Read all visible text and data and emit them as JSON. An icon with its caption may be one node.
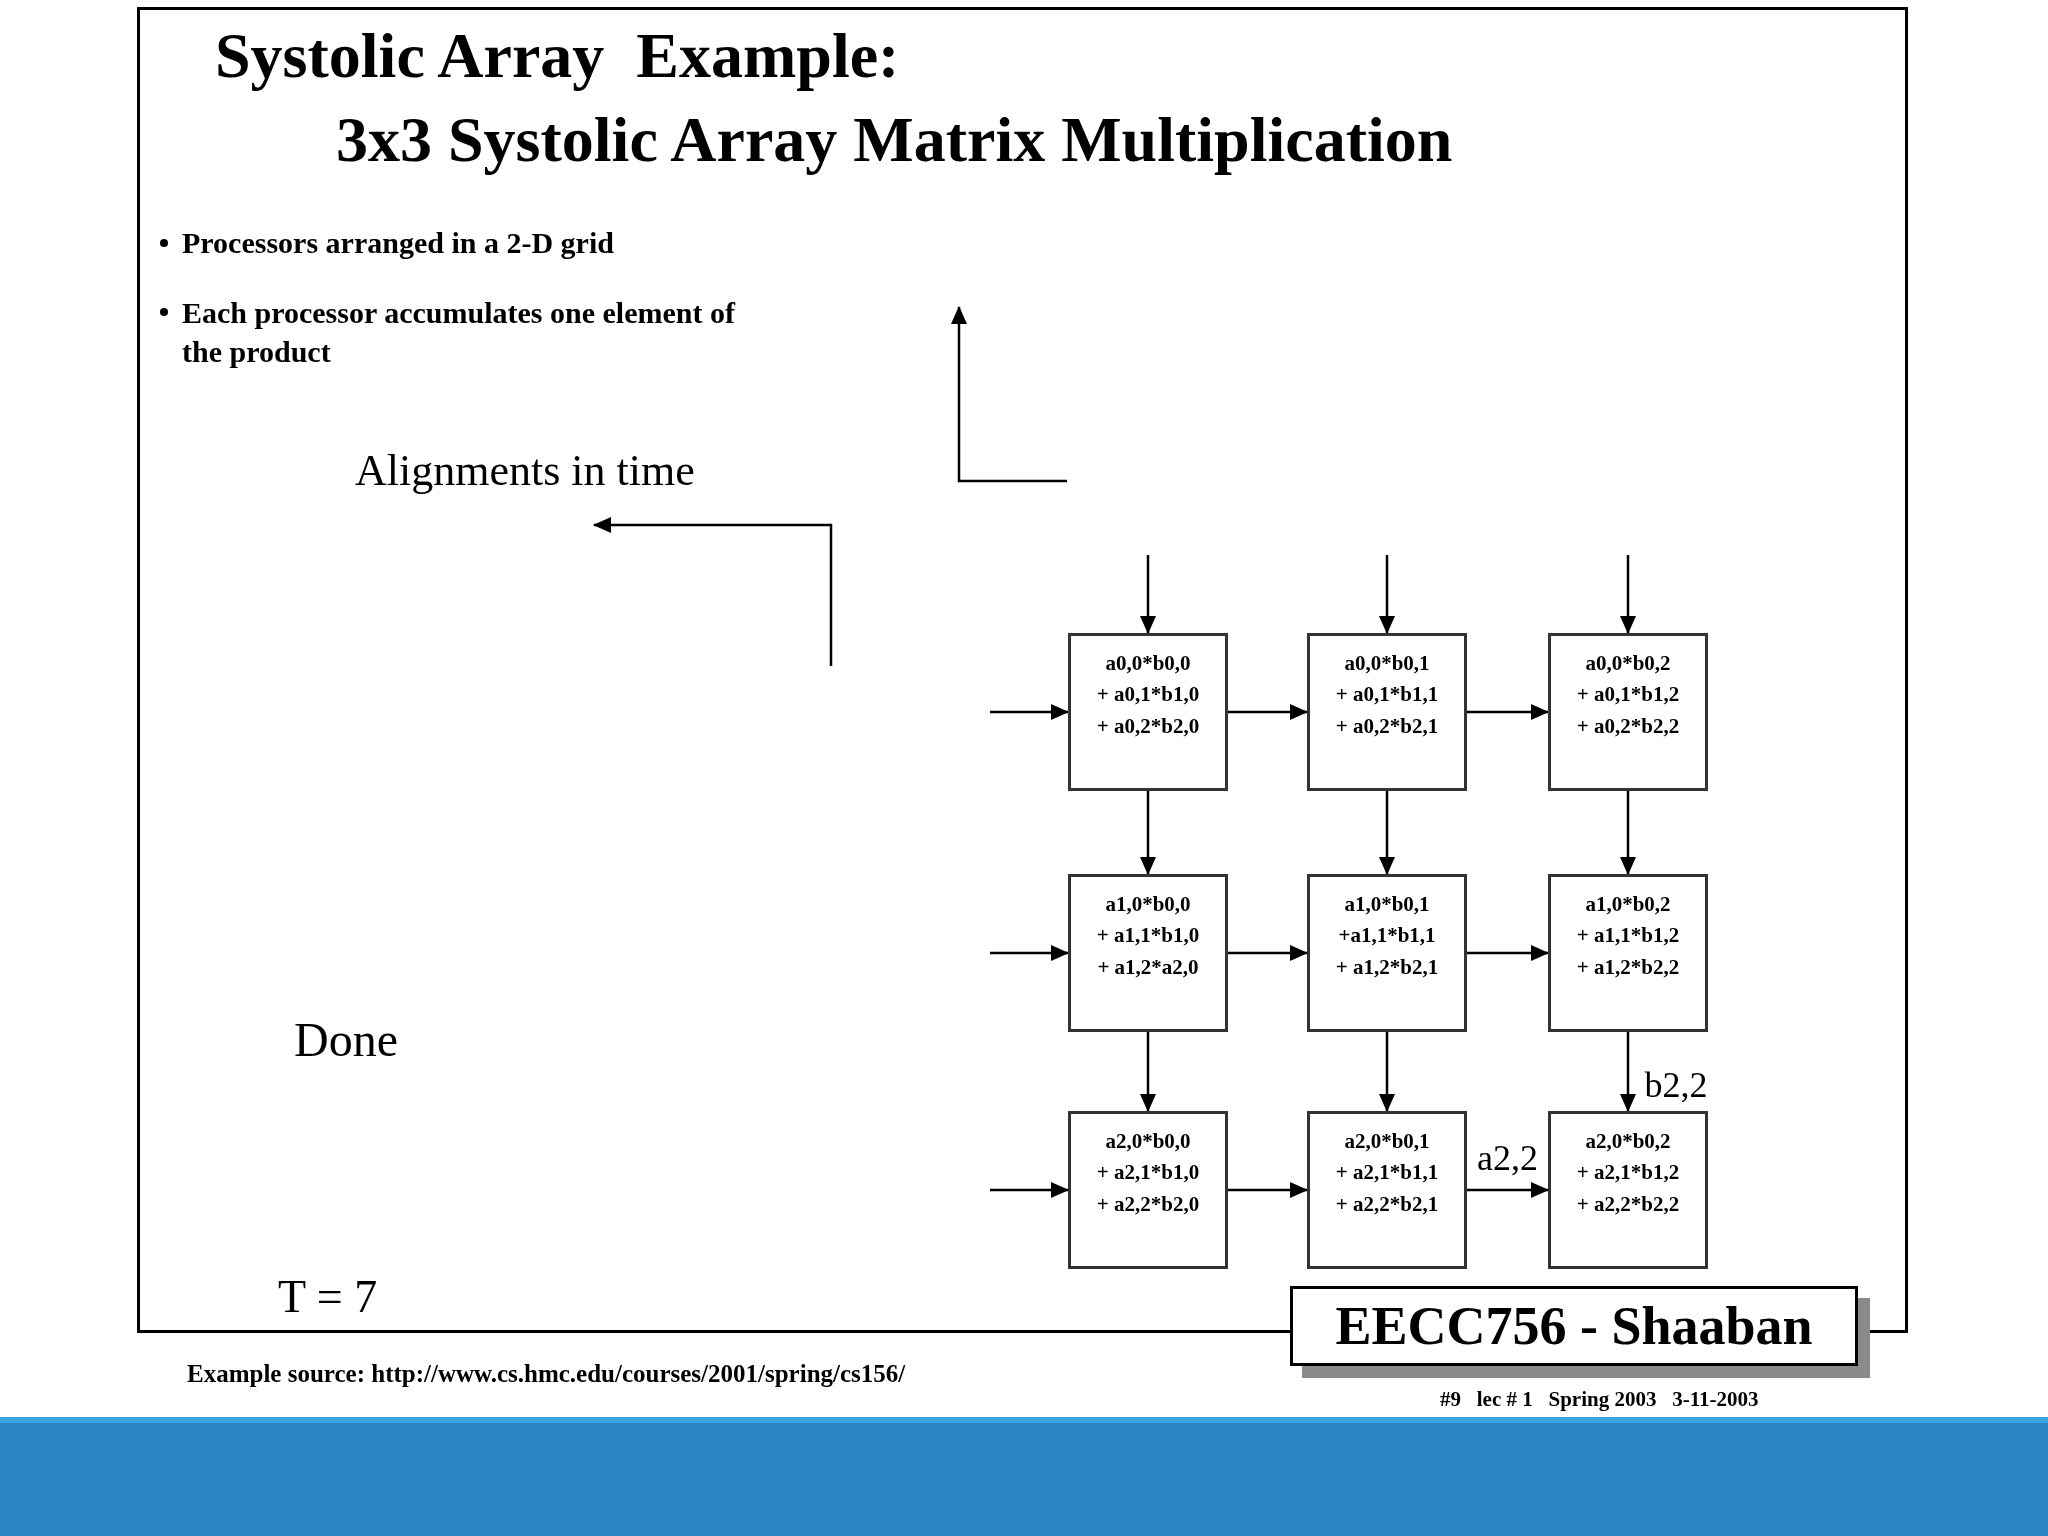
{
  "diagram": {
    "title": "Systolic Array  Example:",
    "nodes": [
      {
        "text": [
          "a0,0*b0,0",
          "+ a0,1*b1,0",
          "+ a0,2*b2,0"
        ]
      },
      {
        "text": [
          "a0,0*b0,1",
          "+ a0,1*b1,1",
          "+ a0,2*b2,1"
        ]
      },
      {
        "text": [
          "a0,0*b0,2",
          "+ a0,1*b1,2",
          "+ a0,2*b2,2"
        ]
      },
      {
        "text": [
          "a1,0*b0,0",
          "+ a1,1*b1,0",
          "+ a1,2*a2,0"
        ]
      },
      {
        "text": [
          "a1,0*b0,1",
          "+a1,1*b1,1",
          "+ a1,2*b2,1"
        ]
      },
      {
        "text": [
          "a1,0*b0,2",
          "+ a1,1*b1,2",
          "+ a1,2*b2,2"
        ]
      },
      {
        "text": [
          "a2,0*b0,0",
          "+ a2,1*b1,0",
          "+ a2,2*b2,0"
        ]
      },
      {
        "text": [
          "a2,0*b0,1",
          "+ a2,1*b1,1",
          "+ a2,2*b2,1"
        ]
      },
      {
        "text": [
          "a2,0*b0,2",
          "+ a2,1*b1,2",
          "+ a2,2*b2,2"
        ]
      }
    ],
    "edges": [
      {
        "from": null,
        "to": 0,
        "arrow": "to"
      },
      {
        "from": null,
        "to": 1,
        "arrow": "to"
      },
      {
        "from": null,
        "to": 2,
        "arrow": "to"
      },
      {
        "from": null,
        "to": 0,
        "arrow": "to"
      },
      {
        "from": null,
        "to": 3,
        "arrow": "to"
      },
      {
        "from": null,
        "to": 6,
        "arrow": "to"
      },
      {
        "from": 0,
        "to": 1,
        "arrow": "to"
      },
      {
        "from": 1,
        "to": 2,
        "arrow": "to"
      },
      {
        "from": 3,
        "to": 4,
        "arrow": "to"
      },
      {
        "from": 4,
        "to": 5,
        "arrow": "to"
      },
      {
        "from": 6,
        "to": 7,
        "arrow": "to"
      },
      {
        "from": 7,
        "to": 8,
        "arrow": "to",
        "label": "a2,2"
      },
      {
        "from": 0,
        "to": 3,
        "arrow": "to"
      },
      {
        "from": 1,
        "to": 4,
        "arrow": "to"
      },
      {
        "from": 2,
        "to": 5,
        "arrow": "to"
      },
      {
        "from": 3,
        "to": 6,
        "arrow": "to"
      },
      {
        "from": 4,
        "to": 7,
        "arrow": "to"
      },
      {
        "from": 5,
        "to": 8,
        "arrow": "to",
        "label": "b2,2"
      }
    ],
    "labels": [
      "3x3 Systolic Array Matrix Multiplication",
      "Processors arranged in a 2-D grid",
      "Each processor accumulates one element of the product",
      "Alignments in time",
      "Done",
      "T = 7",
      "EECC756 - Shaaban",
      "Example source:  http://www.cs.hmc.edu/courses/2001/spring/cs156/",
      "#9   lec # 1   Spring 2003   3-11-2003"
    ]
  }
}
